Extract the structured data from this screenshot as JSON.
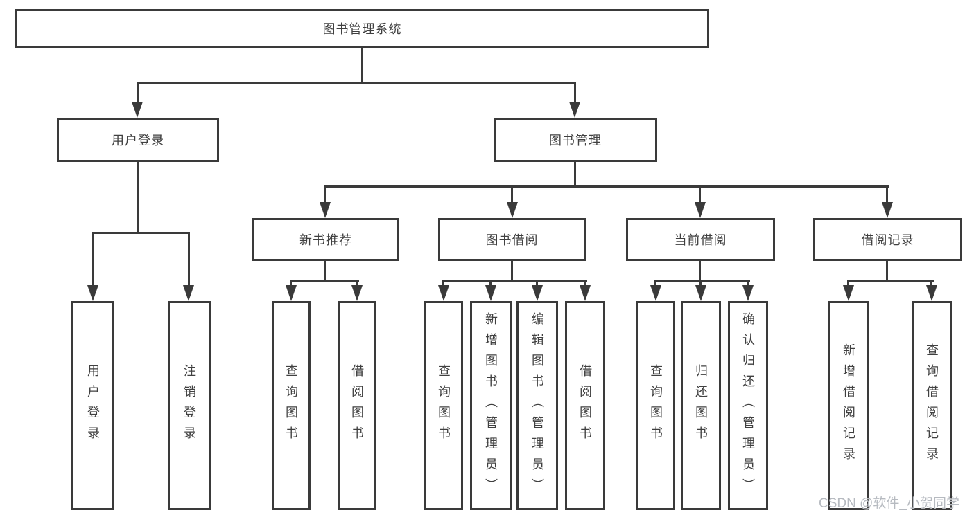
{
  "colors": {
    "line": "#3a3a3a",
    "box_border": "#3a3a3a",
    "text": "#404040",
    "background": "#ffffff",
    "watermark": "#b6bac0"
  },
  "watermark": {
    "text": "CSDN @软件_小贺同学"
  },
  "tree": {
    "root": {
      "label": "图书管理系统"
    },
    "level2": [
      {
        "label": "用户登录",
        "children": [
          {
            "label": "用户登录"
          },
          {
            "label": "注销登录"
          }
        ]
      },
      {
        "label": "图书管理",
        "children": [
          {
            "label": "新书推荐",
            "children": [
              {
                "label": "查询图书"
              },
              {
                "label": "借阅图书"
              }
            ]
          },
          {
            "label": "图书借阅",
            "children": [
              {
                "label": "查询图书"
              },
              {
                "label": "新增图书（管理员）"
              },
              {
                "label": "编辑图书（管理员）"
              },
              {
                "label": "借阅图书"
              }
            ]
          },
          {
            "label": "当前借阅",
            "children": [
              {
                "label": "查询图书"
              },
              {
                "label": "归还图书"
              },
              {
                "label": "确认归还（管理员）"
              }
            ]
          },
          {
            "label": "借阅记录",
            "children": [
              {
                "label": "新增借阅记录"
              },
              {
                "label": "查询借阅记录"
              }
            ]
          }
        ]
      }
    ]
  }
}
